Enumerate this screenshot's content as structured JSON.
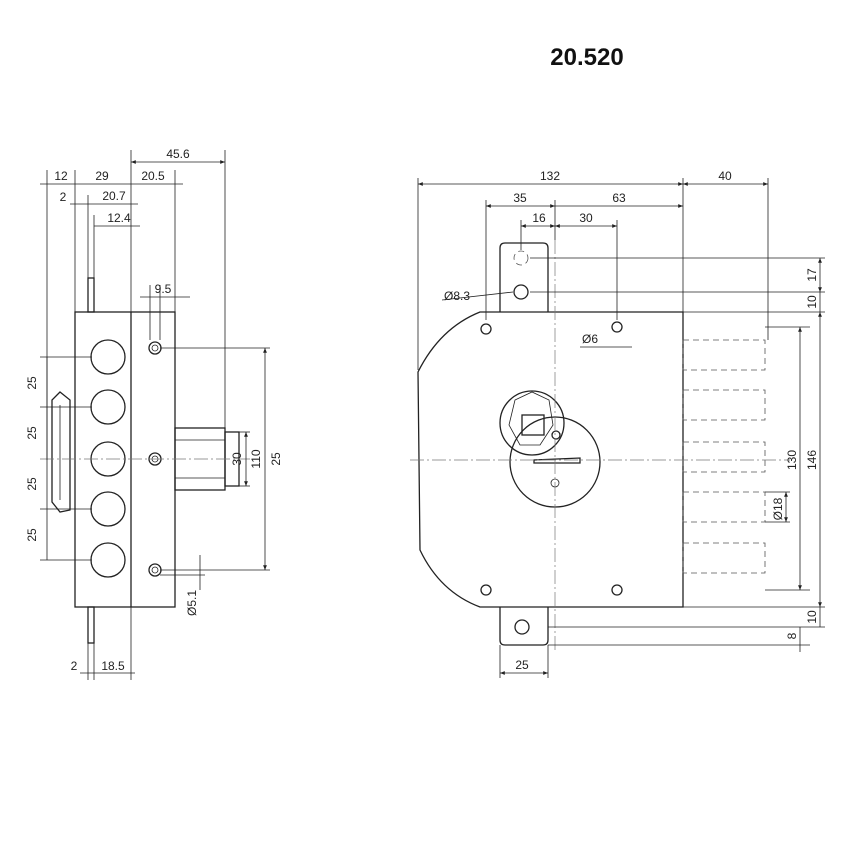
{
  "title": "20.520",
  "side_view": {
    "dims": {
      "d12": "12",
      "d29": "29",
      "d20_5": "20.5",
      "d45_6": "45.6",
      "d2_top": "2",
      "d20_7": "20.7",
      "d12_4": "12.4",
      "d9_5": "9.5",
      "d25_a": "25",
      "d25_b": "25",
      "d25_c": "25",
      "d25_d": "25",
      "d30": "30",
      "d110": "110",
      "d25_right": "25",
      "d5_1": "Ø5.1",
      "d2_bottom": "2",
      "d18_5": "18.5"
    }
  },
  "front_view": {
    "dims": {
      "d132": "132",
      "d40": "40",
      "d35": "35",
      "d63": "63",
      "d16": "16",
      "d30": "30",
      "d8_3": "Ø8.3",
      "d6": "Ø6",
      "d17": "17",
      "d10_top": "10",
      "d130": "130",
      "d146": "146",
      "d18": "Ø18",
      "d10_bottom": "10",
      "d8": "8",
      "d25": "25"
    }
  }
}
